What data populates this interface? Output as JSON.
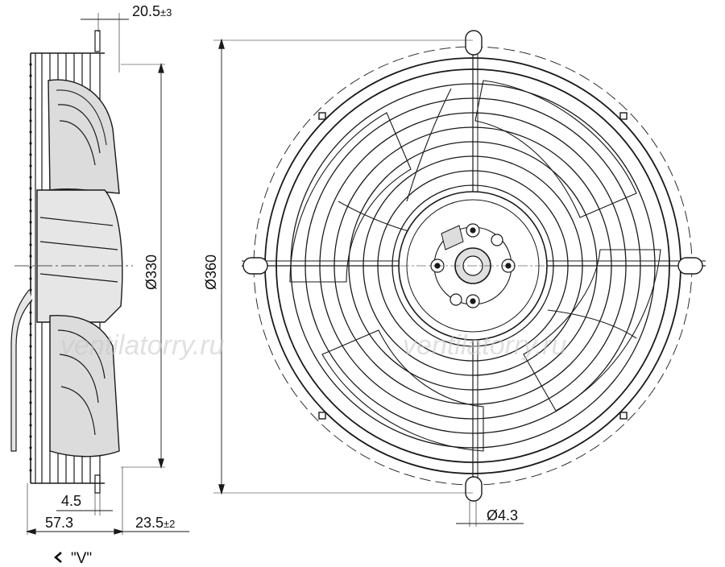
{
  "side_view": {
    "dims": {
      "offset_top": "20.5",
      "offset_top_tol": "±3",
      "blade_diameter": "Ø330",
      "flange": "4.5",
      "depth": "57.3",
      "offset_bottom": "23.5",
      "offset_bottom_tol": "±2"
    },
    "view_label": "\"V\"",
    "view_marker_icon": "chevron-left-icon"
  },
  "front_view": {
    "dims": {
      "grille_diameter": "Ø360",
      "hole_diameter": "Ø4.3"
    }
  },
  "watermarks": [
    "ventilatorry.ru",
    "ventilatorry.ru"
  ],
  "colors": {
    "line": "#1a1a1a",
    "fill": "#d9d9d9",
    "watermark": "#c8c8c8"
  }
}
